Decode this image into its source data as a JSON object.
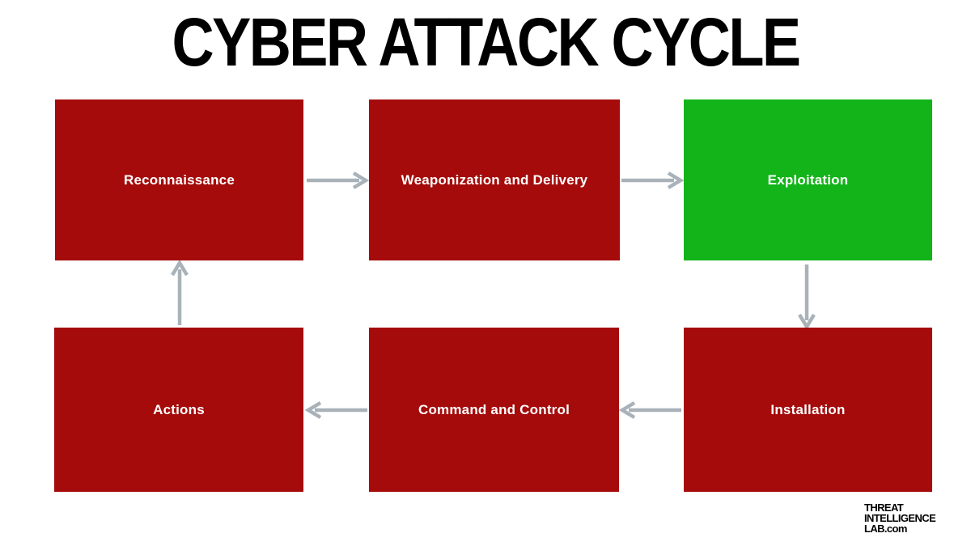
{
  "title": "CYBER ATTACK CYCLE",
  "colors": {
    "stage_red": "#a50b0b",
    "stage_green": "#12b41a",
    "arrow": "#a9b2b9",
    "title_text": "#000000",
    "node_text": "#ffffff",
    "background": "#ffffff"
  },
  "nodes": [
    {
      "id": "reconnaissance",
      "label": "Reconnaissance",
      "color": "#a50b0b"
    },
    {
      "id": "weaponization-and-delivery",
      "label": "Weaponization and Delivery",
      "color": "#a50b0b"
    },
    {
      "id": "exploitation",
      "label": "Exploitation",
      "color": "#12b41a"
    },
    {
      "id": "installation",
      "label": "Installation",
      "color": "#a50b0b"
    },
    {
      "id": "command-and-control",
      "label": "Command and Control",
      "color": "#a50b0b"
    },
    {
      "id": "actions",
      "label": "Actions",
      "color": "#a50b0b"
    }
  ],
  "arrows": [
    {
      "from": "reconnaissance",
      "to": "weaponization-and-delivery",
      "direction": "right"
    },
    {
      "from": "weaponization-and-delivery",
      "to": "exploitation",
      "direction": "right"
    },
    {
      "from": "exploitation",
      "to": "installation",
      "direction": "down"
    },
    {
      "from": "installation",
      "to": "command-and-control",
      "direction": "left"
    },
    {
      "from": "command-and-control",
      "to": "actions",
      "direction": "left"
    },
    {
      "from": "actions",
      "to": "reconnaissance",
      "direction": "up"
    }
  ],
  "logo": {
    "lines": [
      "THREAT",
      "INTELLIGENCE",
      "LAB.com"
    ]
  }
}
